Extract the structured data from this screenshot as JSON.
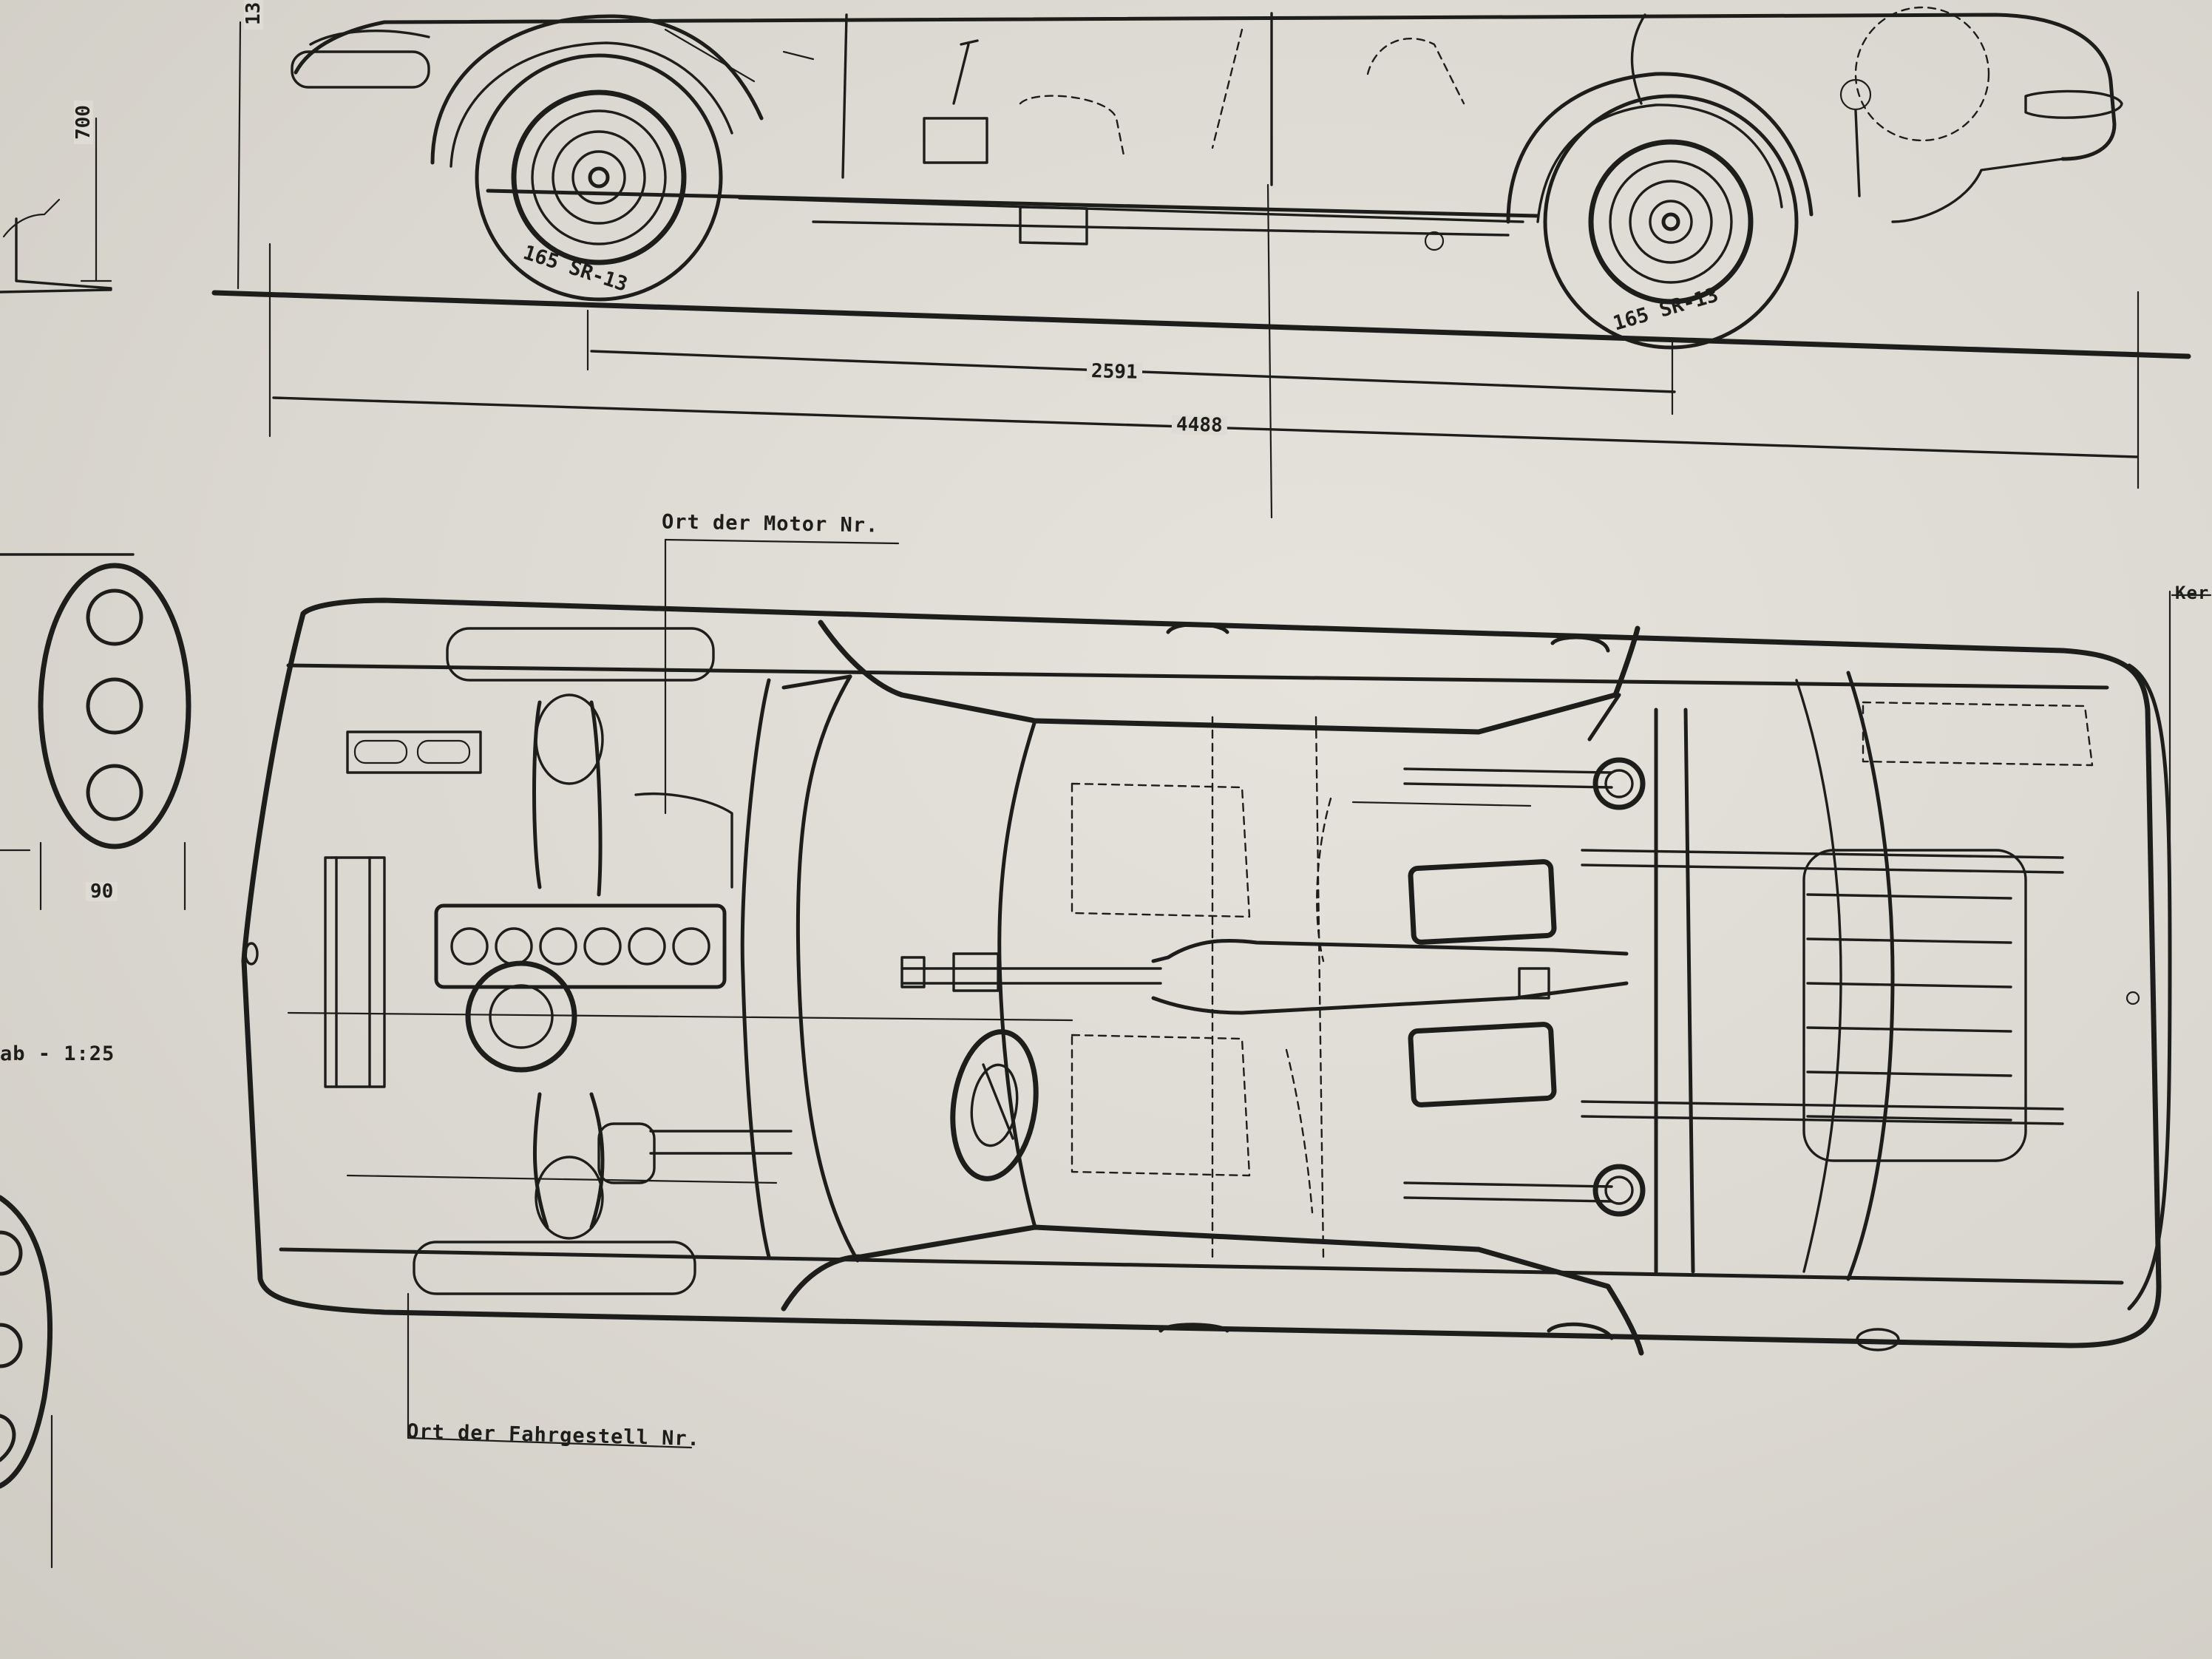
{
  "drawing": {
    "dimensions": {
      "wheelbase": "2591",
      "overall_length": "4488",
      "height_partial": "700",
      "width_partial": "90",
      "top_cut": "13"
    },
    "tires": {
      "front": "165 SR-13",
      "rear": "165 SR-13"
    },
    "annotations": {
      "engine_number_location": "Ort der Motor Nr.",
      "chassis_number_location": "Ort der Fahrgestell Nr.",
      "scale_fragment": "ab - 1:25",
      "right_edge_fragment": "Ker"
    }
  }
}
